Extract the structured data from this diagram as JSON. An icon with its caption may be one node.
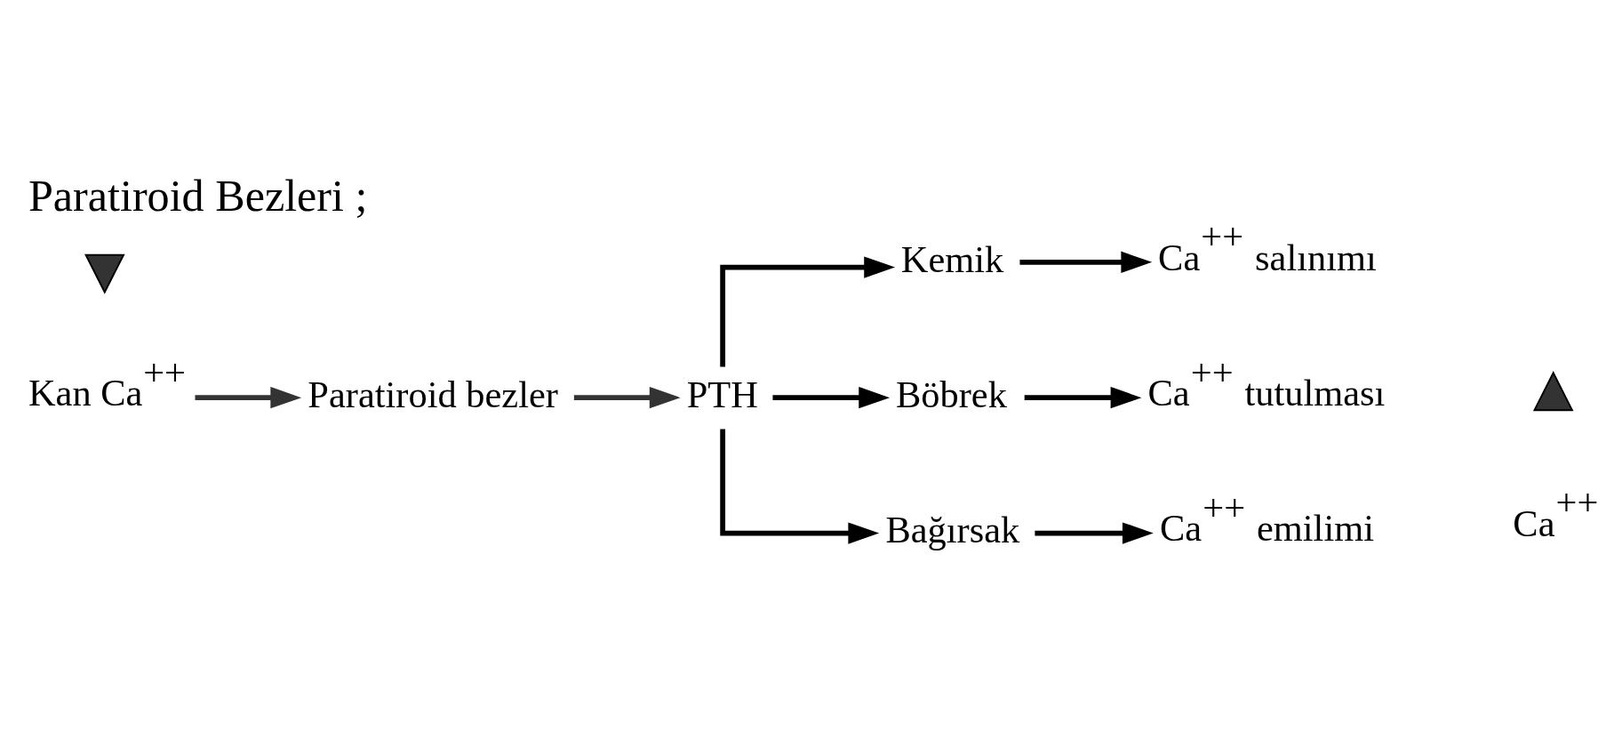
{
  "diagram": {
    "title": "Paratiroid Bezleri ;",
    "nodes": [
      {
        "text": [
          "Kan Ca$^{++}$"
        ]
      },
      {
        "text": [
          "Paratiroid bezler"
        ]
      },
      {
        "text": [
          "PTH"
        ]
      },
      {
        "text": [
          "Kemik"
        ]
      },
      {
        "text": [
          "Böbrek"
        ]
      },
      {
        "text": [
          "Bağırsak"
        ]
      },
      {
        "text": [
          "Ca$^{++}$ salınımı"
        ]
      },
      {
        "text": [
          "Ca$^{++}$ tutulması"
        ]
      },
      {
        "text": [
          "Ca$^{++}$ emilimi"
        ]
      },
      {
        "text": [],
        "shape": "arrow"
      },
      {
        "text": [],
        "shape": "arrow"
      }
    ],
    "edges": [
      {
        "from": 0,
        "to": 1,
        "arrow": "to",
        "color": "#333333"
      },
      {
        "from": 1,
        "to": 2,
        "arrow": "to",
        "color": "#333333"
      },
      {
        "from": 2,
        "to": 3,
        "arrow": "to"
      },
      {
        "from": 2,
        "to": 4,
        "arrow": "to"
      },
      {
        "from": 2,
        "to": 5,
        "arrow": "to"
      },
      {
        "from": 3,
        "to": 6,
        "arrow": "to"
      },
      {
        "from": 4,
        "to": 7,
        "arrow": "to"
      },
      {
        "from": 5,
        "to": 8,
        "arrow": "to"
      }
    ],
    "labels": [
      "Ca$^{++}$"
    ]
  }
}
